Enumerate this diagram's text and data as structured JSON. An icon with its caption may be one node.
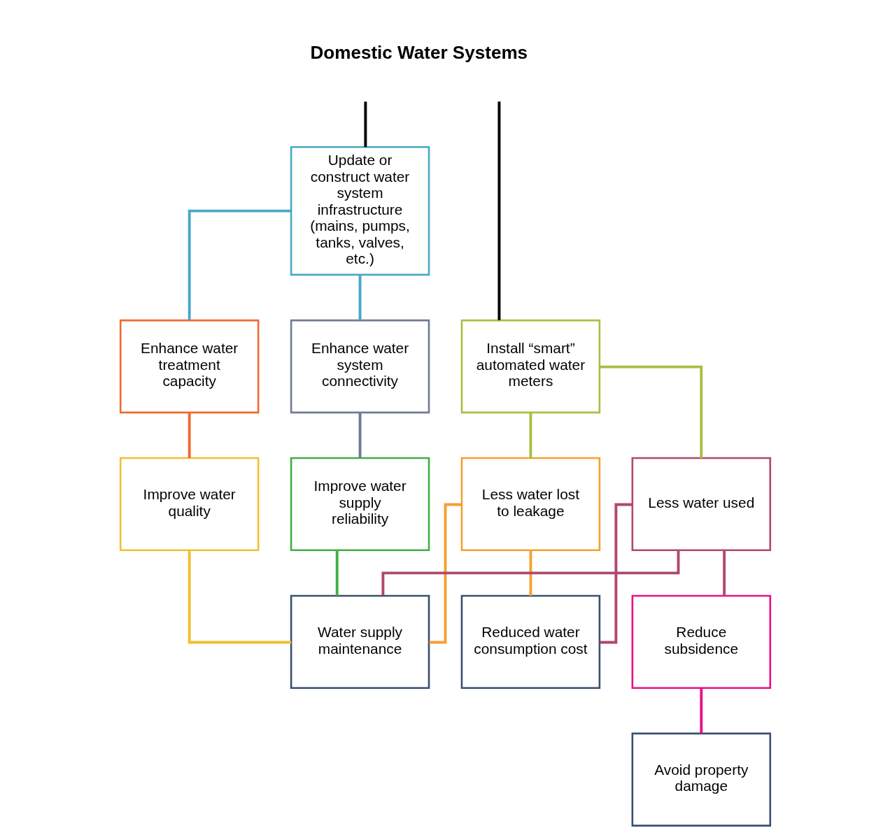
{
  "diagram": {
    "nodes": [
      {
        "text": [
          "Domestic Water Systems"
        ]
      },
      {
        "text": [
          "Update or construct water system infrastructure (mains, pumps, tanks, valves, etc.)"
        ]
      },
      {
        "text": [
          "Install “smart” automated water meters"
        ]
      },
      {
        "text": [
          "Enhance water treatment capacity"
        ]
      },
      {
        "text": [
          "Enhance water system connectivity"
        ]
      },
      {
        "text": [
          "Less water lost to leakage"
        ]
      },
      {
        "text": [
          "Less water used"
        ]
      },
      {
        "text": [
          "Improve water quality"
        ]
      },
      {
        "text": [
          "Improve water supply reliability"
        ]
      },
      {
        "text": [
          "Reduced water consumption cost"
        ]
      },
      {
        "text": [
          "Reduce subsidence"
        ]
      },
      {
        "text": [
          "Water supply maintenance"
        ]
      },
      {
        "text": [
          "Avoid property damage"
        ]
      }
    ],
    "edges": [
      {
        "from": 0,
        "to": 1,
        "arrow": "none",
        "color": "#000000"
      },
      {
        "from": 0,
        "to": 2,
        "arrow": "none",
        "color": "#000000"
      },
      {
        "from": 1,
        "to": 3,
        "arrow": "none",
        "color": "#4aa8c8"
      },
      {
        "from": 1,
        "to": 4,
        "arrow": "none",
        "color": "#4aa8c8"
      },
      {
        "from": 2,
        "to": 5,
        "arrow": "none",
        "color": "#a8c040"
      },
      {
        "from": 2,
        "to": 6,
        "arrow": "none",
        "color": "#a8c040"
      },
      {
        "from": 3,
        "to": 7,
        "arrow": "none",
        "color": "#f06a30"
      },
      {
        "from": 4,
        "to": 8,
        "arrow": "none",
        "color": "#707a95"
      },
      {
        "from": 5,
        "to": 11,
        "arrow": "none",
        "color": "#f5a030"
      },
      {
        "from": 5,
        "to": 9,
        "arrow": "none",
        "color": "#f5a030"
      },
      {
        "from": 6,
        "to": 11,
        "arrow": "none",
        "color": "#b04870"
      },
      {
        "from": 6,
        "to": 9,
        "arrow": "none",
        "color": "#b04870"
      },
      {
        "from": 6,
        "to": 10,
        "arrow": "none",
        "color": "#b04870"
      },
      {
        "from": 7,
        "to": 11,
        "arrow": "none",
        "color": "#f0c030"
      },
      {
        "from": 8,
        "to": 11,
        "arrow": "none",
        "color": "#40b040"
      },
      {
        "from": 10,
        "to": 12,
        "arrow": "none",
        "color": "#e8108c"
      }
    ]
  }
}
